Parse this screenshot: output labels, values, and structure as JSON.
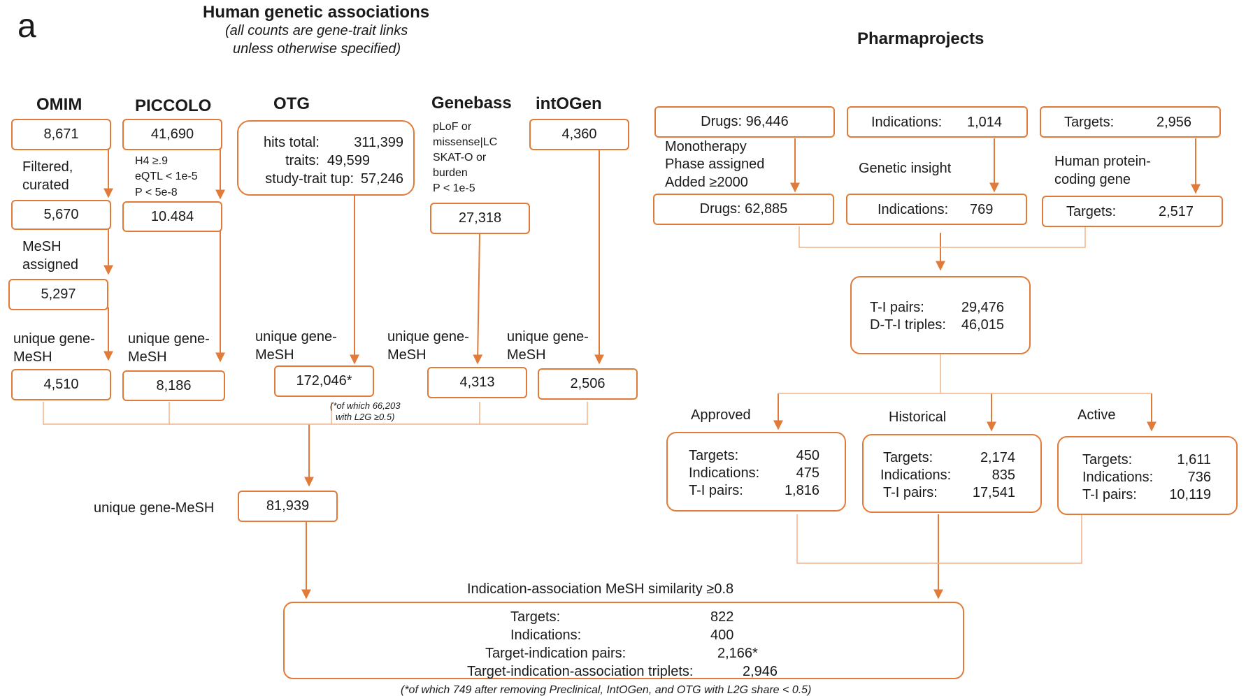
{
  "panel_label": "a",
  "left_title": "Human genetic associations",
  "left_subtitle_1": "(all counts are gene-trait links",
  "left_subtitle_2": "unless otherwise specified)",
  "right_title": "Pharmaprojects",
  "omim": {
    "name": "OMIM",
    "count_1": "8,671",
    "filter_1a": "Filtered,",
    "filter_1b": "curated",
    "count_2": "5,670",
    "filter_2a": "MeSH",
    "filter_2b": "assigned",
    "count_3": "5,297",
    "unique_a": "unique gene-",
    "unique_b": "MeSH",
    "unique_count": "4,510"
  },
  "piccolo": {
    "name": "PICCOLO",
    "count_1": "41,690",
    "filter_a": "H4 ≥.9",
    "filter_b": "eQTL < 1e-5",
    "filter_c": "P < 5e-8",
    "count_2": "10.484",
    "unique_a": "unique gene-",
    "unique_b": "MeSH",
    "unique_count": "8,186"
  },
  "otg": {
    "name": "OTG",
    "hits_label": "hits total:",
    "hits_value": "311,399",
    "traits_label": "traits:",
    "traits_value": "49,599",
    "tup_label": "study-trait tup:",
    "tup_value": "57,246",
    "unique_a": "unique gene-",
    "unique_b": "MeSH",
    "unique_count": "172,046*",
    "footnote_a": "(*of which 66,203",
    "footnote_b": "with L2G ≥0.5)"
  },
  "genebass": {
    "name": "Genebass",
    "filter_a": "pLoF or",
    "filter_b": "missense|LC",
    "filter_c": "SKAT-O or",
    "filter_d": "burden",
    "filter_e": "P < 1e-5",
    "count_1": "27,318",
    "unique_a": "unique gene-",
    "unique_b": "MeSH",
    "unique_count": "4,313"
  },
  "intogen": {
    "name": "intOGen",
    "count_1": "4,360",
    "unique_a": "unique gene-",
    "unique_b": "MeSH",
    "unique_count": "2,506"
  },
  "merged": {
    "label": "unique gene-MeSH",
    "count": "81,939"
  },
  "pharma": {
    "drugs_box": "Drugs: 96,446",
    "drugs_filter_a": "Monotherapy",
    "drugs_filter_b": "Phase assigned",
    "drugs_filter_c": "Added ≥2000",
    "drugs_after": "Drugs: 62,885",
    "ind_label": "Indications:",
    "ind_value": "1,014",
    "ind_filter": "Genetic insight",
    "ind_after_label": "Indications:",
    "ind_after_value": "769",
    "tgt_label": "Targets:",
    "tgt_value": "2,956",
    "tgt_filter_a": "Human protein-",
    "tgt_filter_b": "coding gene",
    "tgt_after_label": "Targets:",
    "tgt_after_value": "2,517",
    "ti_label": "T-I pairs:",
    "ti_value": "29,476",
    "dti_label": "D-T-I triples:",
    "dti_value": "46,015"
  },
  "phases": [
    {
      "name": "Approved",
      "targets_label": "Targets:",
      "targets": "450",
      "ind_label": "Indications:",
      "indications": "475",
      "pairs_label": "T-I pairs:",
      "pairs": "1,816"
    },
    {
      "name": "Historical",
      "targets_label": "Targets:",
      "targets": "2,174",
      "ind_label": "Indications:",
      "indications": "835",
      "pairs_label": "T-I pairs:",
      "pairs": "17,541"
    },
    {
      "name": "Active",
      "targets_label": "Targets:",
      "targets": "1,611",
      "ind_label": "Indications:",
      "indications": "736",
      "pairs_label": "T-I pairs:",
      "pairs": "10,119"
    }
  ],
  "final": {
    "heading": "Indication-association MeSH similarity ≥0.8",
    "targets_label": "Targets:",
    "targets_value": "822",
    "ind_label": "Indications:",
    "ind_value": "400",
    "pairs_label": "Target-indication pairs:",
    "pairs_value": "2,166*",
    "triplets_label": "Target-indication-association triplets:",
    "triplets_value": "2,946",
    "footnote": "(*of which 749 after removing Preclinical, IntOGen, and OTG with L2G share < 0.5)"
  },
  "colors": {
    "accent": "#E07B39",
    "connector": "#F0B48A",
    "text": "#1a1a1a"
  }
}
